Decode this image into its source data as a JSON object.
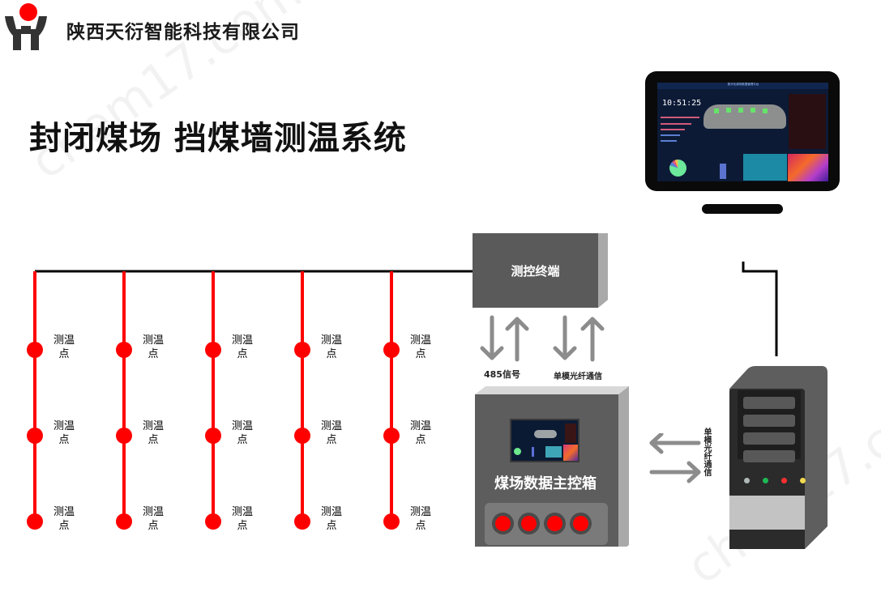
{
  "header": {
    "company_name": "陕西天衍智能科技有限公司",
    "logo": "tianyan-logo-icon"
  },
  "title": "封闭煤场 挡煤墙测温系统",
  "watermark": "chem17.com",
  "sensor_network": {
    "columns": 5,
    "rows": 3,
    "node_label_line1": "测温",
    "node_label_line2": "点",
    "bus_color": "#000000",
    "branch_color": "#ff0000"
  },
  "terminal": {
    "label": "测控终端"
  },
  "links": {
    "signal_485": "485信号",
    "fiber_top": "单模光纤通信",
    "fiber_side": "单模光纤通信"
  },
  "main_box": {
    "label": "煤场数据主控箱",
    "buttons": 4
  },
  "monitor": {
    "clock": "10:51:25",
    "platform_title": "数字化煤场数据管理平台"
  },
  "server": {
    "drive_bays": 4,
    "leds": [
      "#b0b8b8",
      "#1db954",
      "#ff3030",
      "#f2d94e"
    ]
  }
}
